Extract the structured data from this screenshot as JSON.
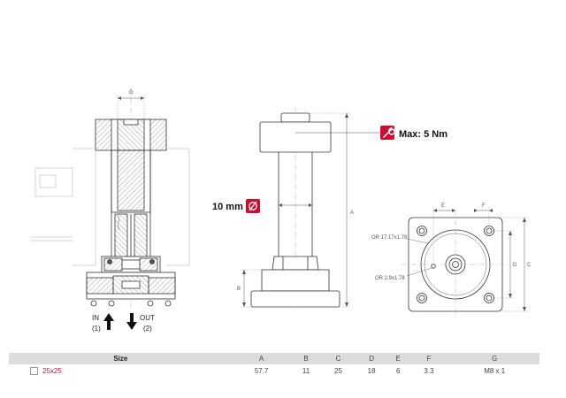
{
  "labels": {
    "dim_g_top": "G",
    "in_label": "IN",
    "in_port": "(1)",
    "out_label": "OUT",
    "out_port": "(2)",
    "max_torque": "Max: 5 Nm",
    "diameter": "10 mm",
    "dim_a": "A",
    "dim_b": "B",
    "dim_e": "E",
    "dim_f": "F",
    "dim_d": "D",
    "dim_c": "C",
    "oring_1": "OR 17.17x1.78",
    "oring_2": "OR 2.9x1.78"
  },
  "icons": {
    "wrench": "wrench-icon",
    "diameter": "diameter-icon"
  },
  "colors": {
    "accent": "#c8102e",
    "table_header": "#dcdcdc"
  },
  "table": {
    "headers": [
      "Size",
      "A",
      "B",
      "C",
      "D",
      "E",
      "F",
      "G"
    ],
    "rows": [
      [
        "25x25",
        "57.7",
        "11",
        "25",
        "18",
        "6",
        "3.3",
        "M8 x 1"
      ]
    ]
  }
}
